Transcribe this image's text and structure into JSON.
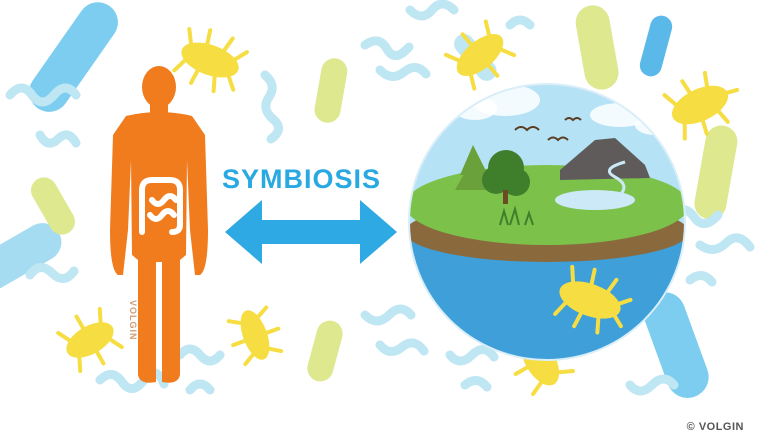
{
  "illustration": {
    "title": "SYMBIOSIS",
    "copyright": "© VOLGIN",
    "watermark": "VOLGIN",
    "colors": {
      "human": "#f07c1e",
      "arrow": "#2fa9e3",
      "title": "#29a9e1",
      "bacteria_yellow": "#f5dd42",
      "bacteria_blue": "#7ccdf0",
      "bacteria_light_blue": "#bfe6f3",
      "bacteria_lime": "#dde88f",
      "globe_sky": "#b6e2f6",
      "globe_water": "#3e9fd9",
      "globe_land": "#7cc24a",
      "globe_soil": "#8a6a3d",
      "mountain": "#5e5b5a"
    },
    "icons": [
      "human-figure-icon",
      "intestine-icon",
      "double-arrow-icon",
      "earth-globe-icon",
      "bacteria-icon"
    ]
  }
}
